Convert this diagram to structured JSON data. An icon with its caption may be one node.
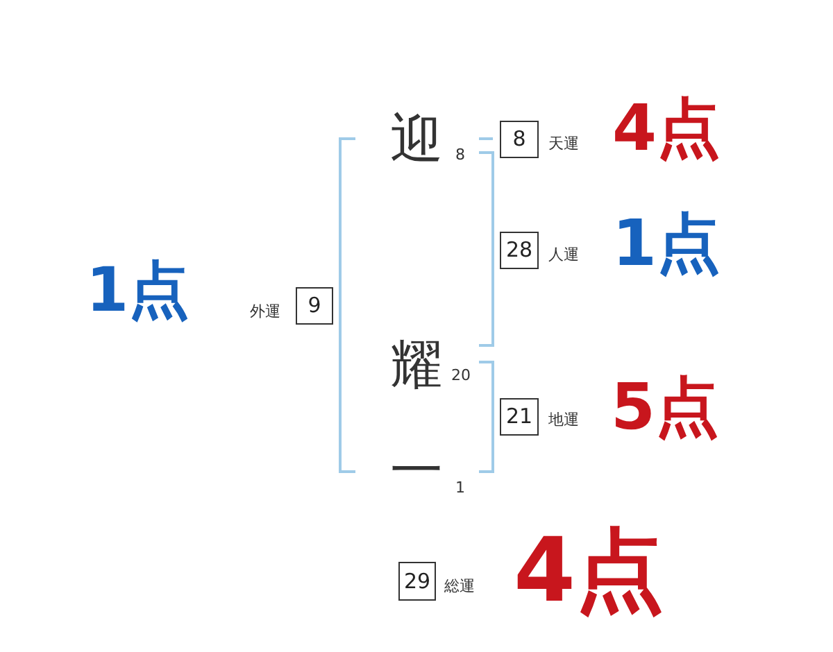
{
  "diagram": {
    "nodes": [
      {
        "text": [
          "9"
        ],
        "beside": [
          "外運"
        ]
      },
      {
        "text": [
          "8"
        ],
        "beside": [
          "天運"
        ]
      },
      {
        "text": [
          "28"
        ],
        "beside": [
          "人運"
        ]
      },
      {
        "text": [
          "21"
        ],
        "beside": [
          "地運"
        ]
      },
      {
        "text": [
          "29"
        ],
        "beside": [
          "総運"
        ]
      }
    ],
    "labels": [
      "1点",
      "迎",
      "8",
      "耀",
      "20",
      "一",
      "1",
      "4点",
      "1点",
      "5点",
      "4点"
    ]
  }
}
